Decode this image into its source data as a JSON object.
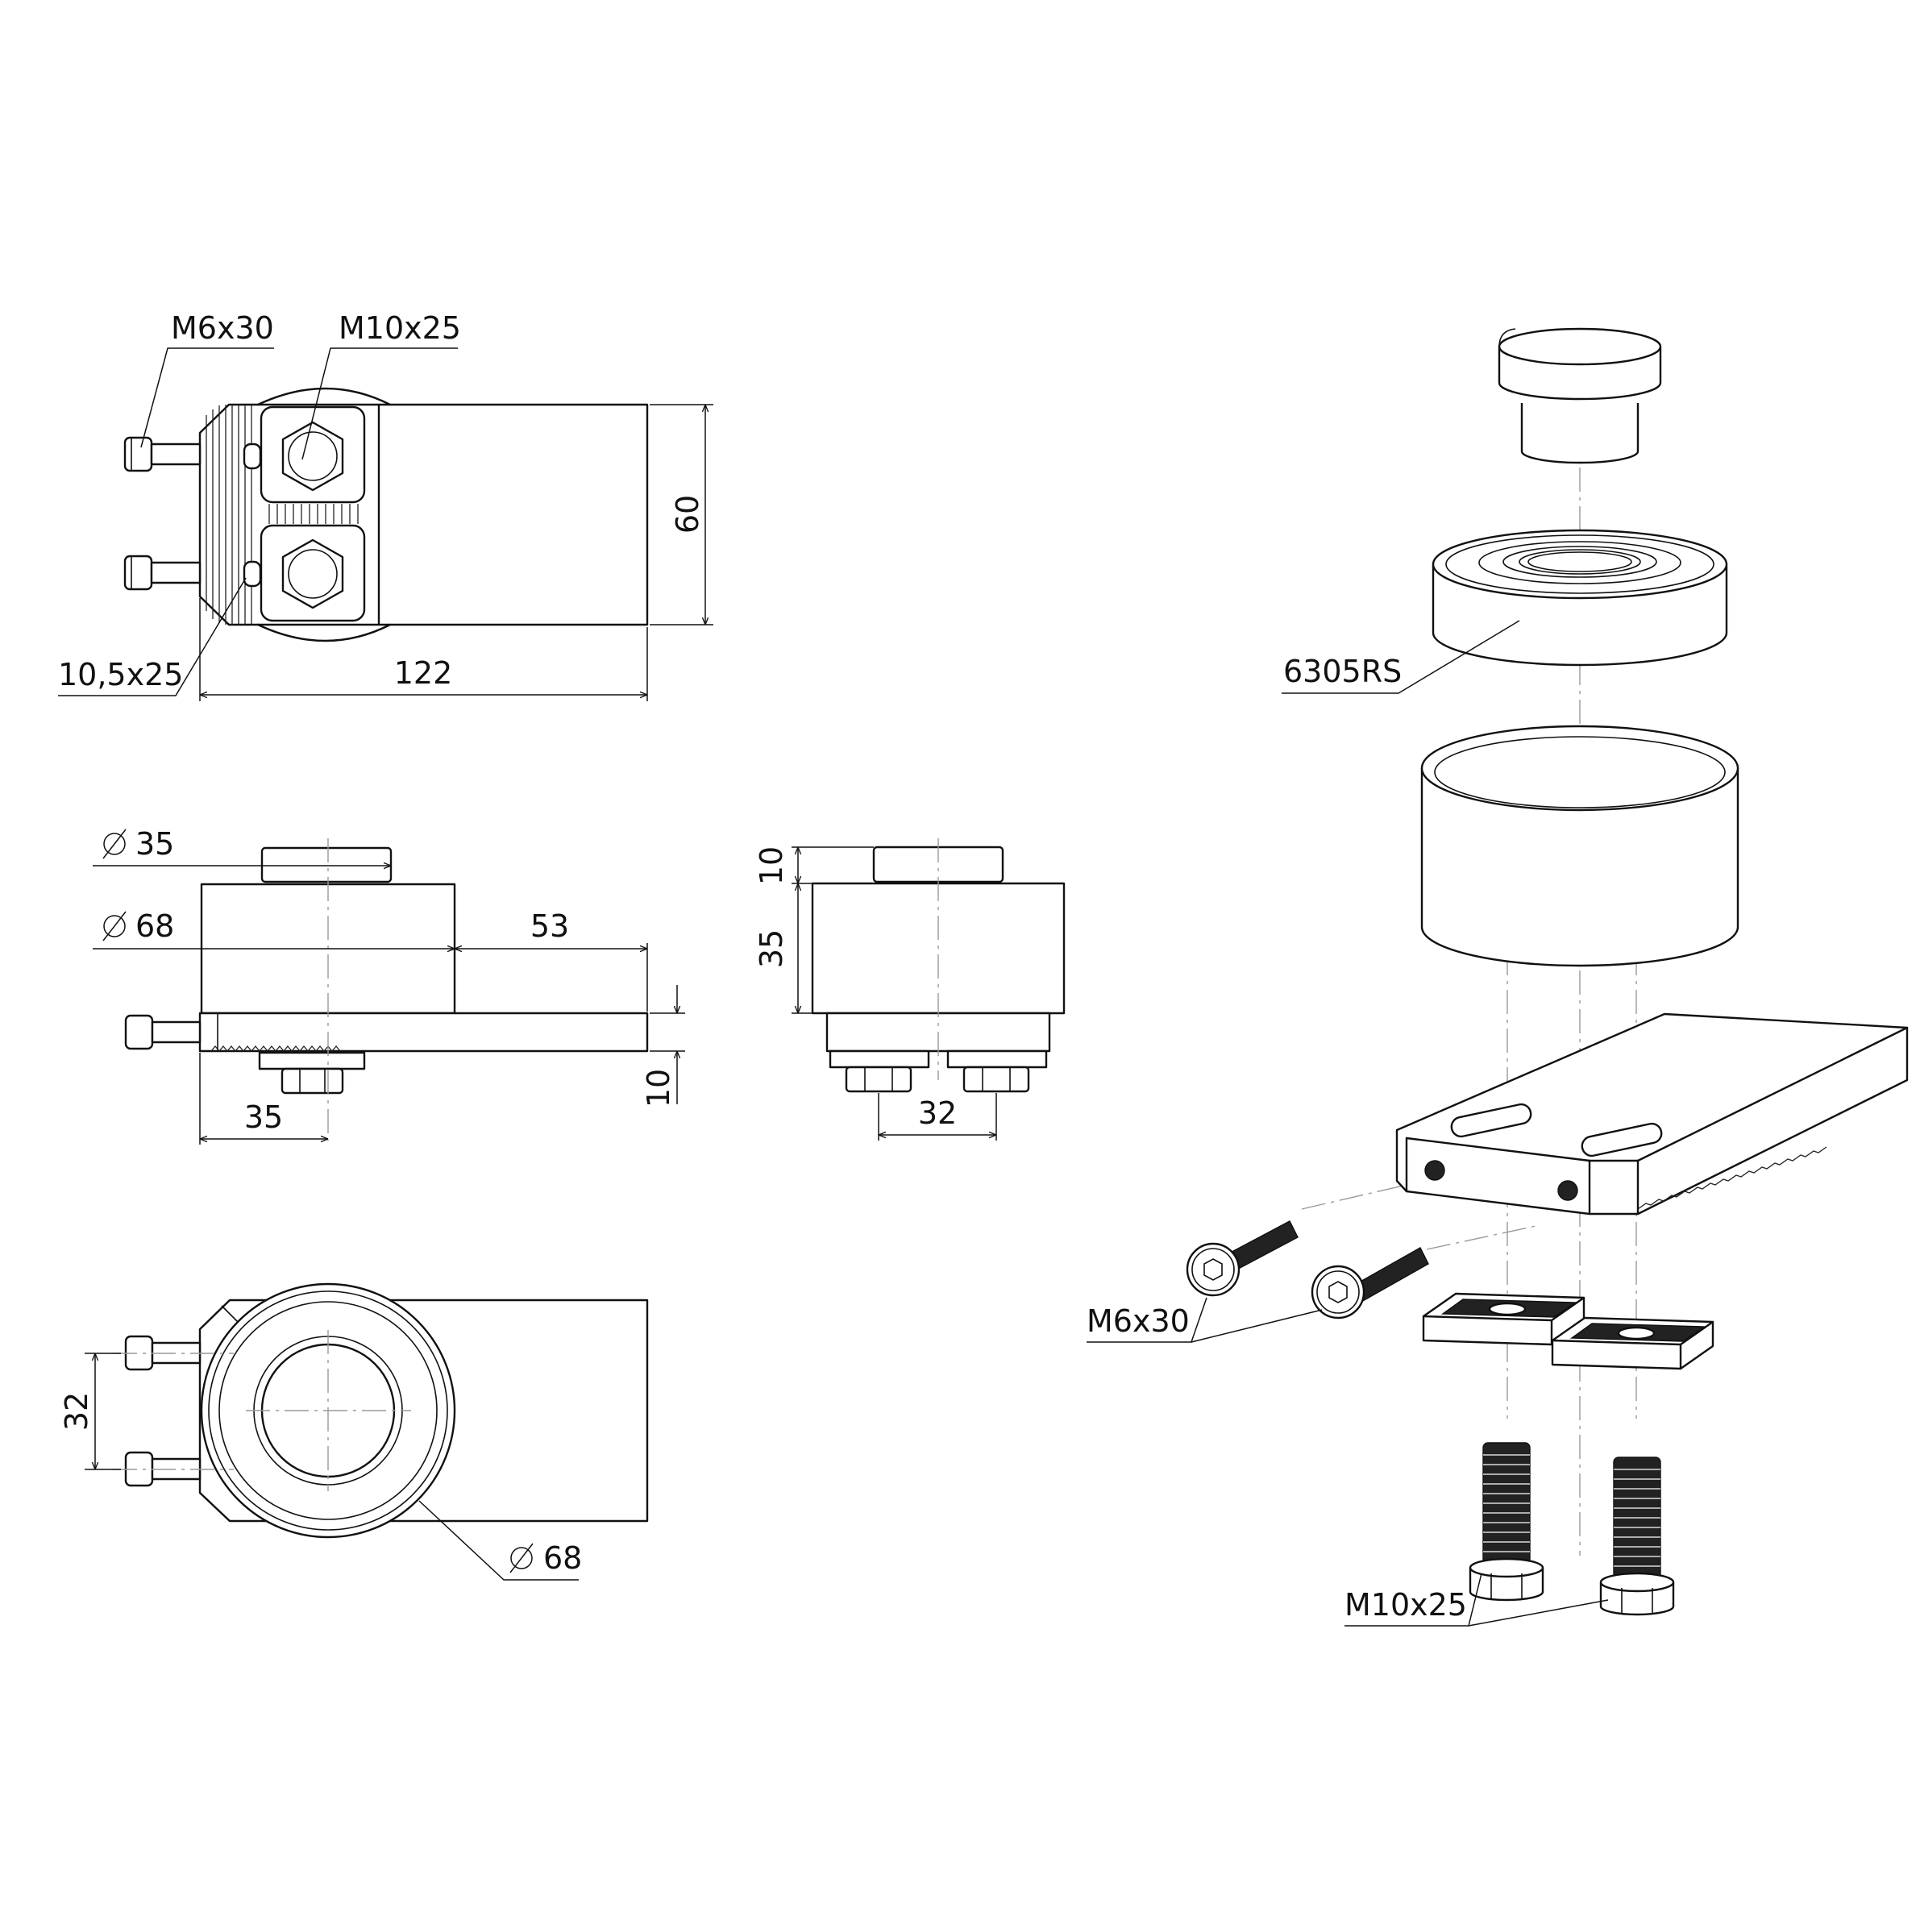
{
  "top_view": {
    "label_screw_m6": "M6x30",
    "label_bolt_m10": "M10x25",
    "label_slot": "10,5x25",
    "dim_length": "122",
    "dim_height": "60"
  },
  "side_view": {
    "dim_diameter_35": "35",
    "dim_diameter_68": "68",
    "dim_overhang": "53",
    "dim_plate_thickness": "10",
    "dim_offset": "35"
  },
  "end_view": {
    "dim_cap_height": "10",
    "dim_body_height": "35",
    "dim_bolt_spacing": "32"
  },
  "plan_view": {
    "dim_screw_spacing": "32",
    "dim_diameter_68": "68"
  },
  "exploded_view": {
    "label_bearing": "6305RS",
    "label_screws": "M6x30",
    "label_bolts": "M10x25"
  },
  "symbols": {
    "diameter": "diameter-symbol"
  }
}
